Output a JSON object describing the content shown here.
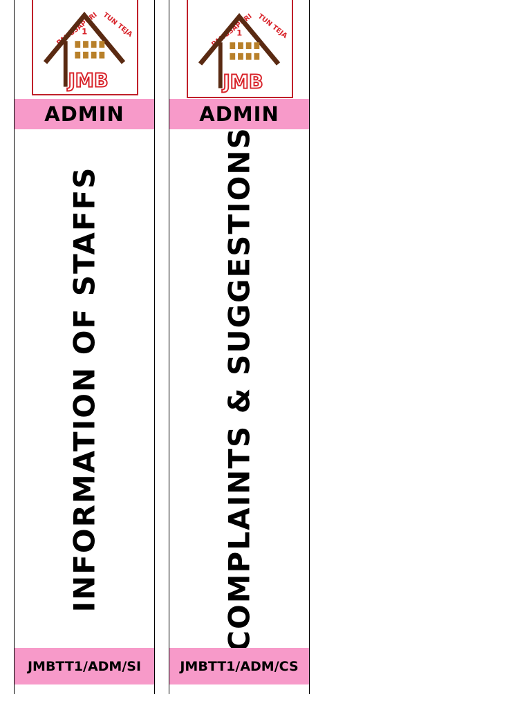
{
  "logo": {
    "arc_left": "PANGSAPURI",
    "arc_right": "TUN TEJA",
    "number": "1",
    "mark": "JMB",
    "colors": {
      "red": "#d8232a",
      "brown": "#5a2a12",
      "window": "#b8802a"
    }
  },
  "spines": [
    {
      "section": "ADMIN",
      "title": "INFORMATION OF STAFFS",
      "code": "JMBTT1/ADM/SI"
    },
    {
      "section": "ADMIN",
      "title": "COMPLAINTS & SUGGESTIONS",
      "code": "JMBTT1/ADM/CS"
    }
  ],
  "colors": {
    "band": "#f79ac9",
    "border": "#000000"
  }
}
